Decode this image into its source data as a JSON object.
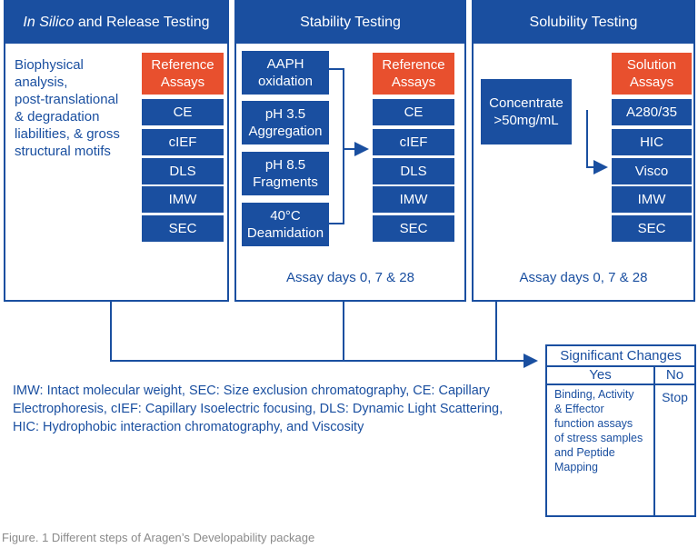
{
  "panels": {
    "insilico": {
      "title_em": "In Silico",
      "title_rest": " and Release Testing",
      "description": [
        "Biophysical",
        "analysis,",
        "post-translational",
        "& degradation",
        "liabilities, & gross",
        "structural motifs"
      ],
      "assays_header": [
        "Reference",
        "Assays"
      ],
      "assays": [
        "CE",
        "cIEF",
        "DLS",
        "IMW",
        "SEC"
      ]
    },
    "stability": {
      "title": "Stability Testing",
      "conditions": [
        [
          "AAPH",
          "oxidation"
        ],
        [
          "pH 3.5",
          "Aggregation"
        ],
        [
          "pH 8.5",
          "Fragments"
        ],
        [
          "40°C",
          "Deamidation"
        ]
      ],
      "assays_header": [
        "Reference",
        "Assays"
      ],
      "assays": [
        "CE",
        "cIEF",
        "DLS",
        "IMW",
        "SEC"
      ],
      "footer": "Assay days 0, 7 & 28"
    },
    "solubility": {
      "title": "Solubility Testing",
      "concentrate": [
        "Concentrate",
        ">50mg/mL"
      ],
      "assays_header": [
        "Solution",
        "Assays"
      ],
      "assays": [
        "A280/35",
        "HIC",
        "Visco",
        "IMW",
        "SEC"
      ],
      "footer": "Assay days 0, 7 & 28"
    }
  },
  "significant_changes": {
    "title": "Significant Changes",
    "yes_label": "Yes",
    "no_label": "No",
    "yes_text": [
      "Binding, Activity",
      "& Effector",
      "function assays",
      "of stress samples",
      "and Peptide",
      "Mapping"
    ],
    "no_text": "Stop"
  },
  "legend": [
    "IMW: Intact molecular weight, SEC: Size exclusion chromatography, CE: Capillary",
    "Electrophoresis, cIEF: Capillary Isoelectric focusing, DLS: Dynamic Light Scattering,",
    "HIC: Hydrophobic interaction chromatography, and Viscosity"
  ],
  "caption": "Figure. 1 Different steps of Aragen’s Developability package",
  "colors": {
    "primary": "#1a4fa0",
    "accent": "#e8502e",
    "caption": "#8a8a8a"
  }
}
